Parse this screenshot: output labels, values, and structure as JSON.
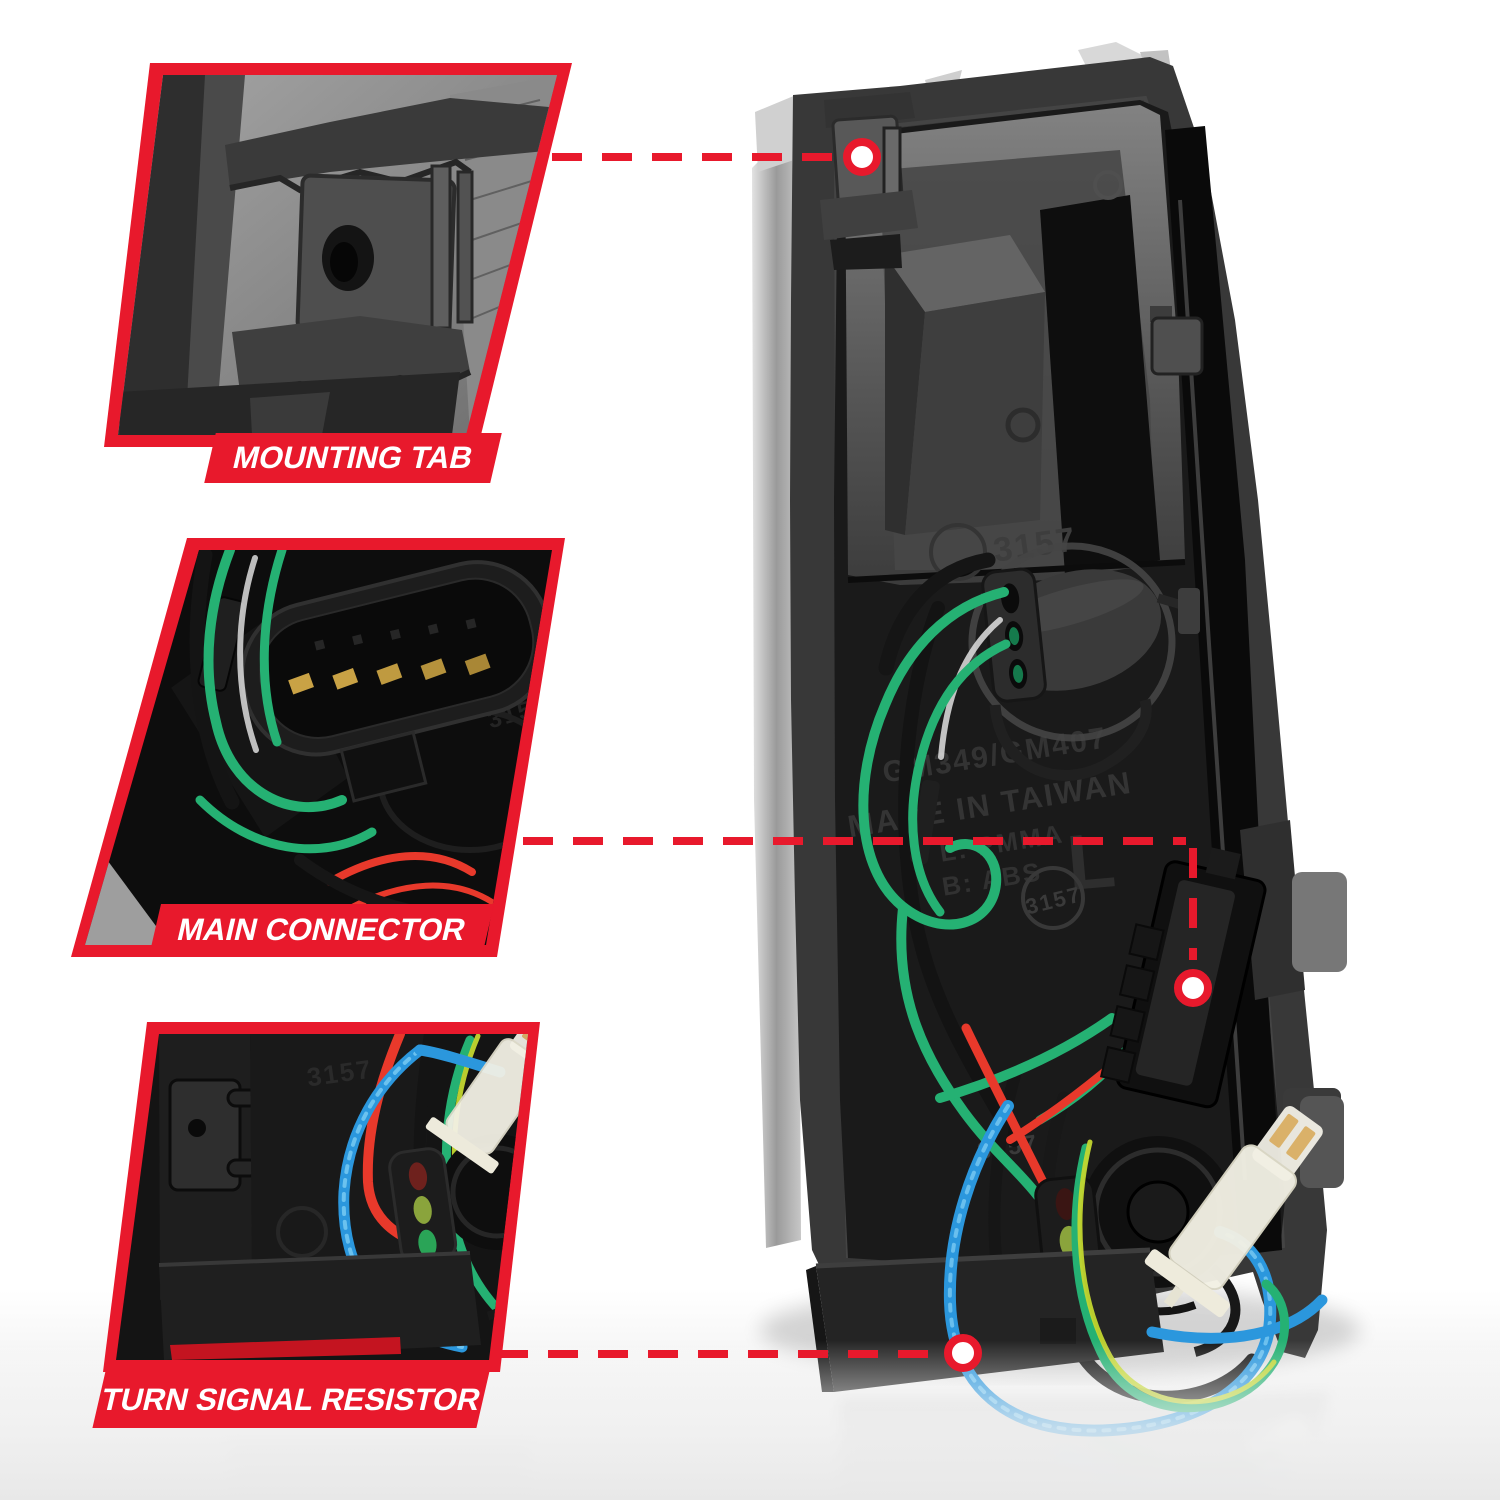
{
  "callouts": [
    {
      "id": "mounting-tab",
      "label": "MOUNTING TAB"
    },
    {
      "id": "main-connector",
      "label": "MAIN CONNECTOR"
    },
    {
      "id": "turn-signal-resistor",
      "label": "TURN SIGNAL RESISTOR"
    }
  ],
  "lamp_markings": {
    "bulb_code_top": "3157",
    "part_number": "GM349/GM407",
    "origin": "MADE IN TAIWAN",
    "material_lens": "L: PMMA",
    "material_body": "B: ABS",
    "side_letter": "L",
    "bulb_code_circled": "3157",
    "bulb_code_bottom": "3157"
  },
  "inset_markings": {
    "origin_partial": "MADE IN",
    "material_lens_partial": "PMMA",
    "material_body_partial": "ABS",
    "bulb_code": "3157"
  },
  "colors": {
    "accent_red": "#e8192c",
    "wire_green": "#25b173",
    "wire_red": "#e8392b",
    "wire_blue": "#2b97dd",
    "wire_yellow_green": "#c3d62f",
    "connector_white": "#f2f0e4"
  }
}
